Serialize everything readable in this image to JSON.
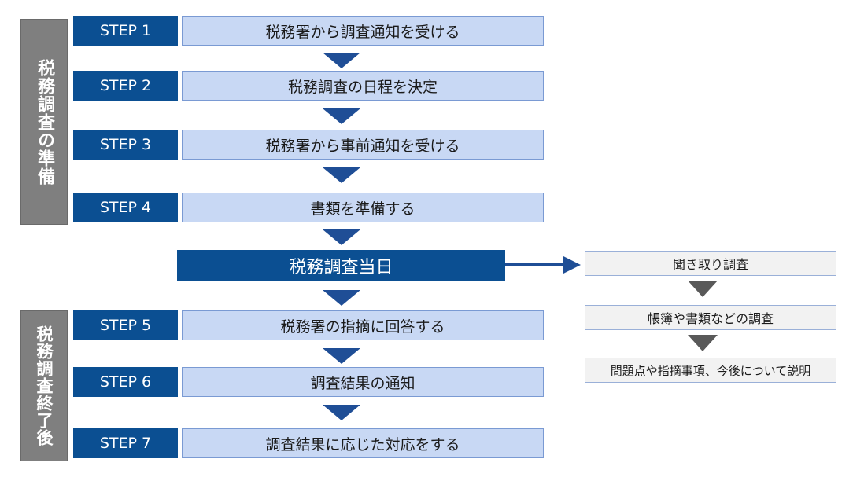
{
  "phases": {
    "prep_label": "税務調査の準備",
    "post_label": "税務調査終了後"
  },
  "steps": [
    {
      "label": "STEP 1",
      "text": "税務署から調査通知を受ける"
    },
    {
      "label": "STEP 2",
      "text": "税務調査の日程を決定"
    },
    {
      "label": "STEP 3",
      "text": "税務署から事前通知を受ける"
    },
    {
      "label": "STEP 4",
      "text": "書類を準備する"
    },
    {
      "label": "STEP 5",
      "text": "税務署の指摘に回答する"
    },
    {
      "label": "STEP 6",
      "text": "調査結果の通知"
    },
    {
      "label": "STEP 7",
      "text": "調査結果に応じた対応をする"
    }
  ],
  "audit_day": "税務調査当日",
  "audit_day_details": [
    "聞き取り調査",
    "帳簿や書類などの調査",
    "問題点や指摘事項、今後について説明"
  ],
  "colors": {
    "step_label_bg": "#0b4f92",
    "step_text_bg": "#c8d8f4",
    "phase_bg": "#7f7f7f",
    "arrow": "#1f4e96",
    "detail_arrow": "#595959"
  }
}
